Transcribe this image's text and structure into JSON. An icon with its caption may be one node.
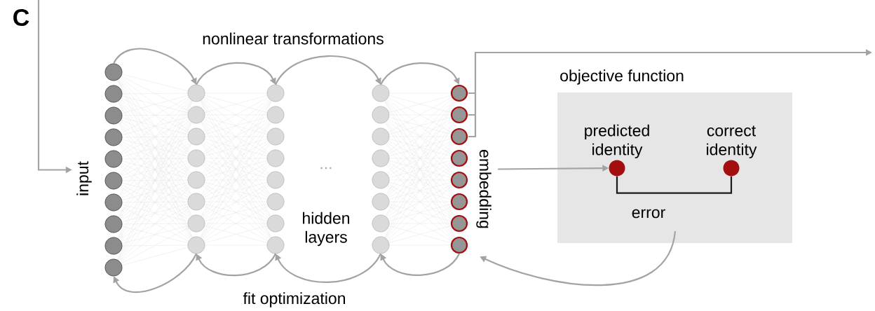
{
  "diagram": {
    "nodes": [
      {
        "text": [],
        "shape": "column",
        "beside": [
          "input"
        ]
      },
      {
        "text": [],
        "shape": "column"
      },
      {
        "text": [],
        "shape": "column"
      },
      {
        "text": [],
        "shape": "column"
      },
      {
        "text": [],
        "shape": "column",
        "beside": [
          "embedding"
        ]
      },
      {
        "text": [
          "objective function"
        ]
      },
      {
        "text": [
          "predicted identity"
        ],
        "in": 5
      },
      {
        "text": [
          "correct identity"
        ],
        "in": 5
      }
    ],
    "edges": [
      {
        "from": null,
        "to": 0,
        "arrow": "to"
      },
      {
        "from": 0,
        "to": 1,
        "arrow": "to"
      },
      {
        "from": 1,
        "to": 2,
        "arrow": "to"
      },
      {
        "from": 2,
        "to": 3,
        "arrow": "to"
      },
      {
        "from": 3,
        "to": 4,
        "arrow": "to"
      },
      {
        "from": 1,
        "to": 0,
        "arrow": "to"
      },
      {
        "from": 2,
        "to": 1,
        "arrow": "to"
      },
      {
        "from": 3,
        "to": 2,
        "arrow": "to"
      },
      {
        "from": 4,
        "to": 3,
        "arrow": "to"
      },
      {
        "from": 4,
        "to": null,
        "arrow": "to"
      },
      {
        "from": 4,
        "to": 6,
        "arrow": "to"
      },
      {
        "from": 6,
        "to": 7,
        "arrow": "none",
        "label": "error",
        "color": "#1a1a1a"
      },
      {
        "from": 5,
        "to": 4,
        "arrow": "to"
      }
    ],
    "labels": [
      "C",
      "nonlinear transformations",
      "...",
      "hidden layers",
      "fit optimization"
    ]
  }
}
